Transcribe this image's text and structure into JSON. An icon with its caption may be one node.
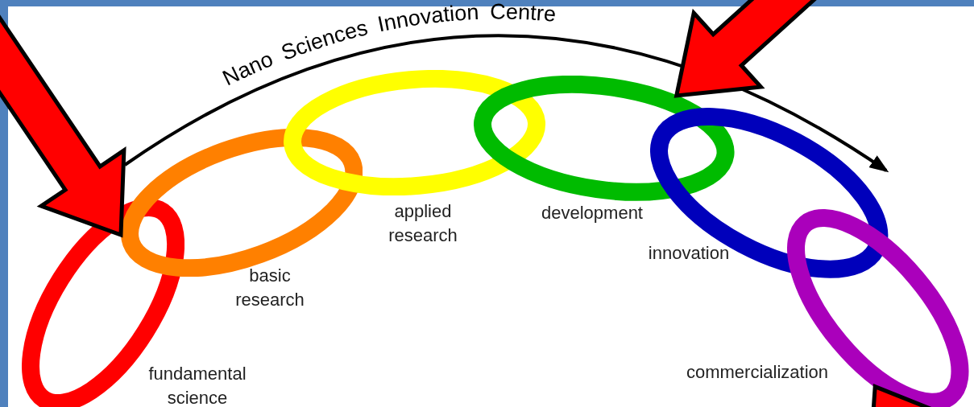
{
  "diagram": {
    "nodes": [
      {
        "text": [],
        "shape": "ellipse",
        "beside": [
          "fundamental science"
        ]
      },
      {
        "text": [],
        "shape": "ellipse",
        "beside": [
          "basic research"
        ]
      },
      {
        "text": [],
        "shape": "ellipse",
        "beside": [
          "applied research"
        ]
      },
      {
        "text": [],
        "shape": "ellipse",
        "beside": [
          "development"
        ]
      },
      {
        "text": [],
        "shape": "ellipse",
        "beside": [
          "innovation"
        ]
      },
      {
        "text": [],
        "shape": "ellipse",
        "beside": [
          "commercialization"
        ]
      }
    ],
    "edges": [
      {
        "from": null,
        "to": 1,
        "arrow": "to",
        "style": "thick",
        "color": "#ff0000"
      },
      {
        "from": null,
        "to": 3,
        "arrow": "to",
        "style": "thick",
        "color": "#ff0000"
      },
      {
        "from": null,
        "to": 5,
        "arrow": "to",
        "style": "thick",
        "color": "#ff0000"
      }
    ],
    "labels": [
      "Nano Sciences Innovation Centre"
    ]
  }
}
